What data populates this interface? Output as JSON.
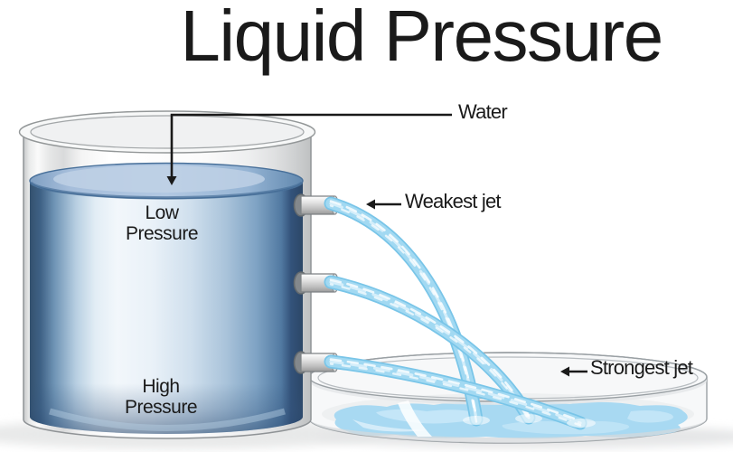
{
  "title": "Liquid Pressure",
  "labels": {
    "water": "Water",
    "weakest_jet": "Weakest jet",
    "strongest_jet": "Strongest jet",
    "low_pressure": {
      "line1": "Low",
      "line2": "Pressure"
    },
    "high_pressure": {
      "line1": "High",
      "line2": "Pressure"
    }
  },
  "colors": {
    "background": "#ffffff",
    "text": "#1a1a1a",
    "water-dark": "#2e4d70",
    "water-mid": "#7fa6c9",
    "water-light": "#eef4fa",
    "surface-blue": "#8fb3d4",
    "jet-blue": "#a6dcf4",
    "jet-edge": "#7cc8ea",
    "glass-outline": "#8f9396",
    "glass-fill": "#f4f4f4",
    "spout-gray": "#c7c7c7",
    "dish-water": "#a8d9f2",
    "shadow": "#e8e9e9"
  }
}
